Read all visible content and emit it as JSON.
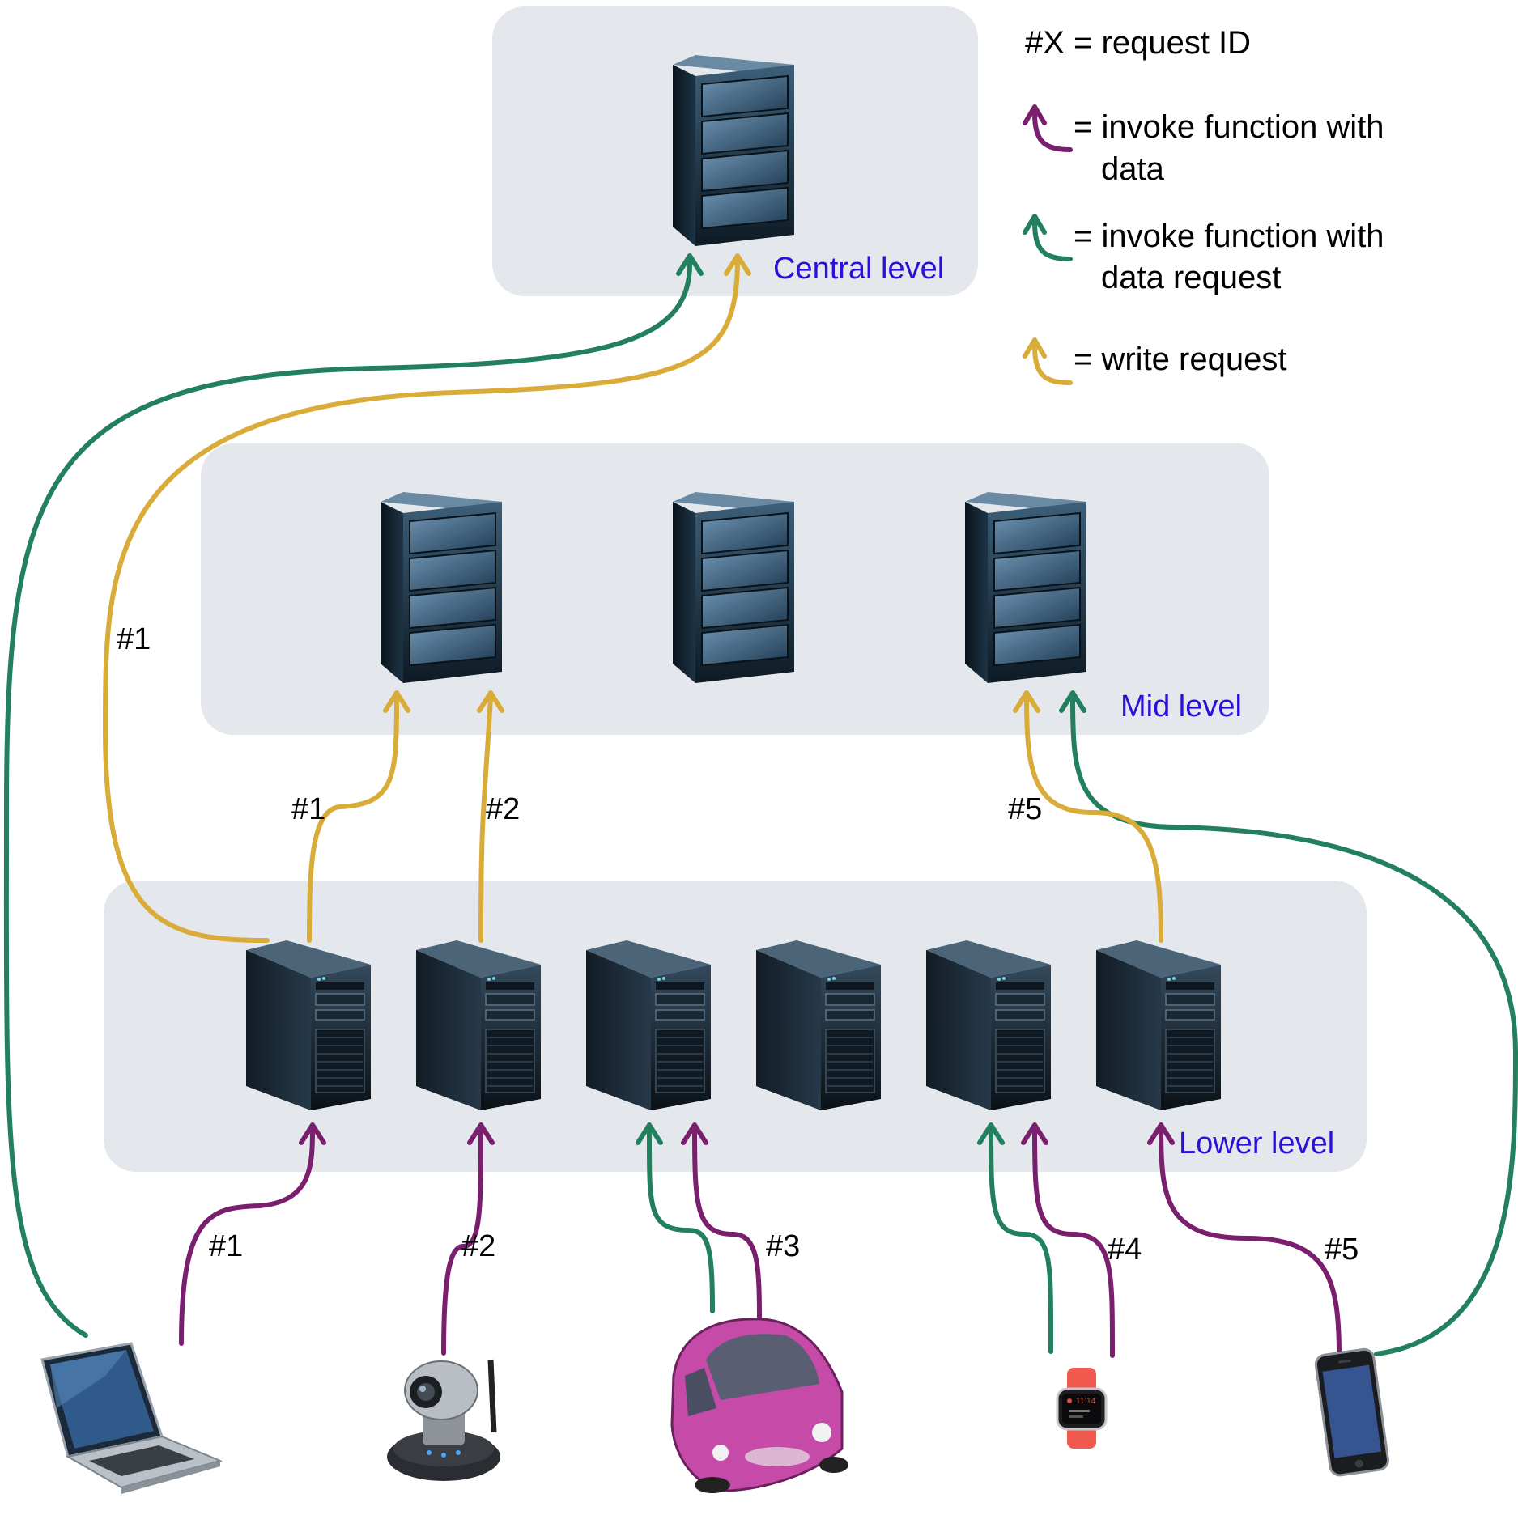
{
  "legend": {
    "request_id": "#X = request ID",
    "invoke_data": [
      "= invoke function with",
      "data"
    ],
    "invoke_request": [
      "= invoke function with",
      "data request"
    ],
    "write": "= write request"
  },
  "levels": {
    "central": "Central level",
    "mid": "Mid level",
    "lower": "Lower level"
  },
  "labels": {
    "l_1_long": "#1",
    "l_1_mid": "#1",
    "l_2_mid": "#2",
    "l_5_mid": "#5",
    "l_1_low": "#1",
    "l_2_low": "#2",
    "l_3_low": "#3",
    "l_4_low": "#4",
    "l_5_low": "#5"
  },
  "devices": [
    "laptop-icon",
    "ip-camera-icon",
    "car-icon",
    "smartwatch-icon",
    "smartphone-icon"
  ],
  "watch_time": "11:14",
  "colors": {
    "invoke_data": "#7a1f6e",
    "invoke_request": "#23805e",
    "write": "#d9ac3a",
    "level_panel": "#e4e8ed",
    "level_text": "#2a10d8"
  }
}
